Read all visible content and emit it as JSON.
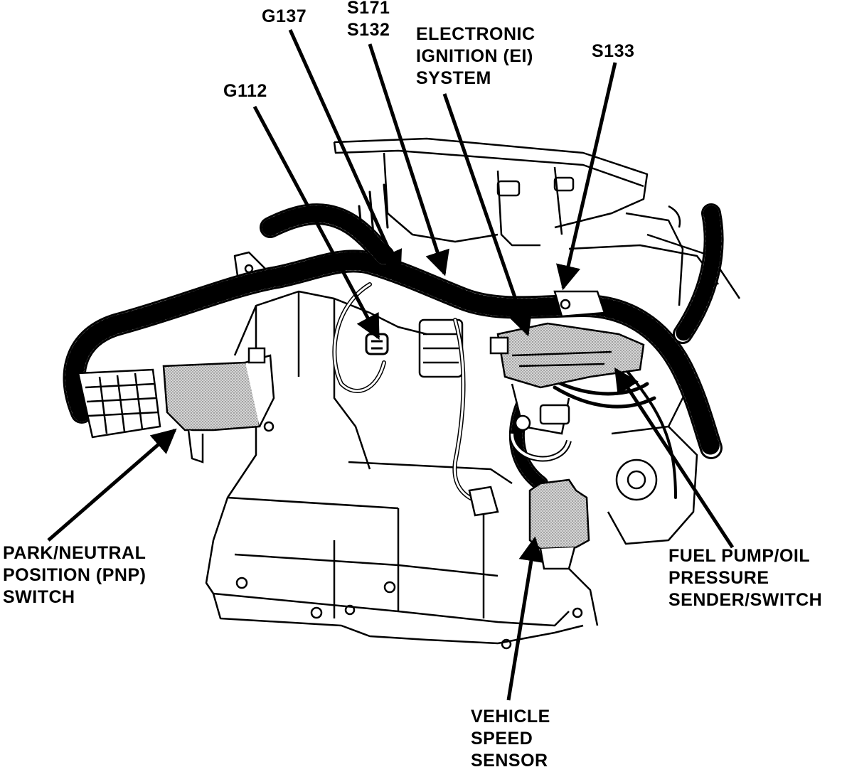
{
  "colors": {
    "ink": "#000000",
    "paper": "#ffffff",
    "component_fill": "#c9c9c9"
  },
  "labels": {
    "g137": [
      "G137"
    ],
    "s171_s132": [
      "S171",
      "S132"
    ],
    "ei_system": [
      "ELECTRONIC",
      "IGNITION (EI)",
      "SYSTEM"
    ],
    "s133": [
      "S133"
    ],
    "g112": [
      "G112"
    ],
    "pnp_switch": [
      "PARK/NEUTRAL",
      "POSITION (PNP)",
      "SWITCH"
    ],
    "fuel_pump_sender": [
      "FUEL PUMP/OIL",
      "PRESSURE",
      "SENDER/SWITCH"
    ],
    "vehicle_speed_sensor": [
      "VEHICLE",
      "SPEED",
      "SENSOR"
    ]
  }
}
